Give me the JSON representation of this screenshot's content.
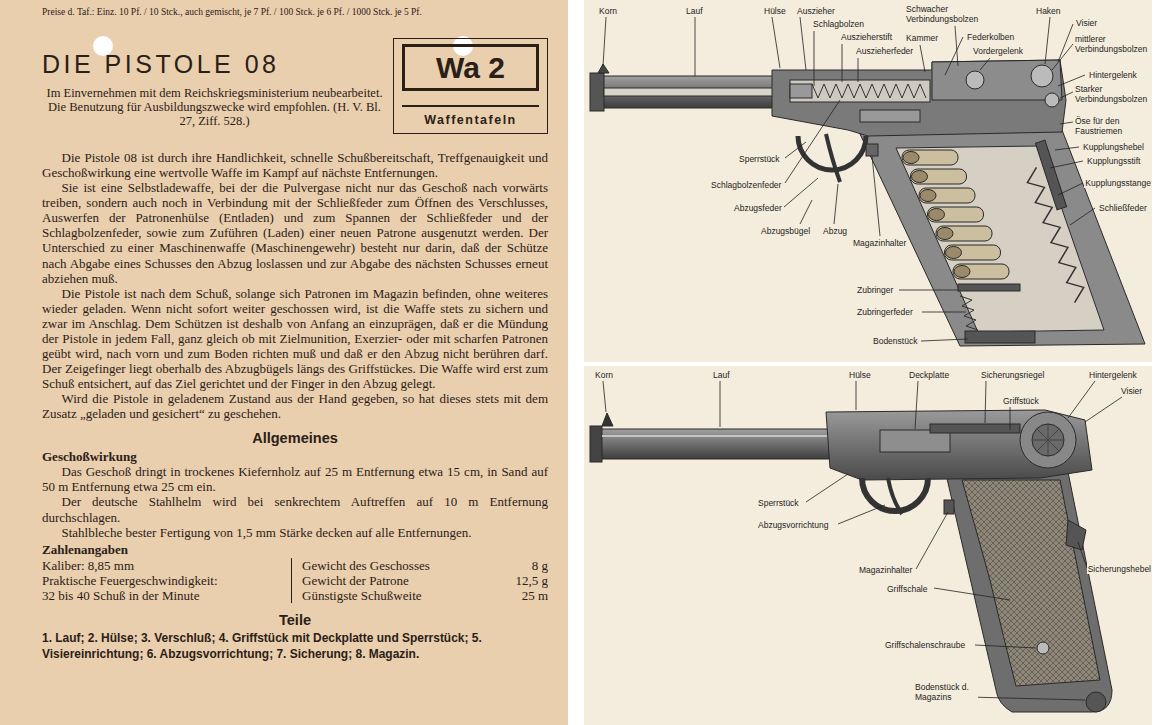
{
  "diagram": {
    "title": "DIE PISTOLE 08",
    "nodes": [
      {
        "text": [
          "Wa 2",
          "Waffentafeln"
        ]
      }
    ],
    "labels": [
      "Preise d. Taf.: Einz. 10 Pf. / 10 Stck., auch gemischt, je 7 Pf. / 100 Stck. je 6 Pf. / 1000 Stck. je 5 Pf.",
      "Im Einvernehmen mit dem Reichskriegsministerium neubearbeitet. Die Benutzung für Ausbildungszwecke wird empfohlen. (H. V. Bl. 27, Ziff. 528.)",
      "Die Pistole 08 ist durch ihre Handlichkeit, schnelle Schußbereitschaft, Treffgenauigkeit und Geschoßwirkung eine wertvolle Waffe im Kampf auf nächste Entfernungen.",
      "Sie ist eine Selbstladewaffe, bei der die Pulvergase nicht nur das Geschoß nach vorwärts treiben, sondern auch noch in Verbindung mit der Schließfeder zum Öffnen des Verschlusses, Auswerfen der Patronenhülse (Entladen) und zum Spannen der Schließfeder und der Schlagbolzenfeder, sowie zum Zuführen (Laden) einer neuen Patrone ausgenutzt werden. Der Unterschied zu einer Maschinenwaffe (Maschinengewehr) besteht nur darin, daß der Schütze nach Abgabe eines Schusses den Abzug loslassen und zur Abgabe des nächsten Schusses erneut abziehen muß.",
      "Die Pistole ist nach dem Schuß, solange sich Patronen im Magazin befinden, ohne weiteres wieder geladen. Wenn nicht sofort weiter geschossen wird, ist die Waffe stets zu sichern und zwar im Anschlag. Dem Schützen ist deshalb von Anfang an einzuprägen, daß er die Mündung der Pistole in jedem Fall, ganz gleich ob mit Zielmunition, Exerzier- oder mit scharfen Patronen geübt wird, nach vorn und zum Boden richten muß und daß er den Abzug nicht berühren darf. Der Zeigefinger liegt oberhalb des Abzugbügels längs des Griffstückes. Die Waffe wird erst zum Schuß entsichert, auf das Ziel gerichtet und der Finger in den Abzug gelegt.",
      "Wird die Pistole in geladenem Zustand aus der Hand gegeben, so hat dieses stets mit dem Zusatz „geladen und gesichert“ zu geschehen.",
      "Allgemeines",
      "Geschoßwirkung",
      "Das Geschoß dringt in trockenes Kiefernholz auf 25 m Entfernung etwa 15 cm, in Sand auf 50 m Entfernung etwa 25 cm ein.",
      "Der deutsche Stahlhelm wird bei senkrechtem Auftreffen auf 10 m Entfernung durchschlagen.",
      "Stahlbleche bester Fertigung von 1,5 mm Stärke decken auf alle Entfernungen.",
      "Zahlenangaben",
      "Kaliber: 8,85 mm",
      "Gewicht des Geschosses",
      "8 g",
      "Praktische Feuergeschwindigkeit:",
      "Gewicht der Patrone",
      "12,5 g",
      "32 bis 40 Schuß in der Minute",
      "Günstigste Schußweite",
      "25 m",
      "Teile",
      "1. Lauf; 2. Hülse; 3. Verschluß; 4. Griffstück mit Deckplatte und Sperrstück; 5. Visiereinrichtung; 6. Abzugsvorrichtung; 7. Sicherung; 8. Magazin.",
      "Korn",
      "Lauf",
      "Hülse",
      "Auszieher",
      "Schwacher Verbindungsbolzen",
      "Haken",
      "Schlagbolzen",
      "Visier",
      "Auszieherstift",
      "Kammer",
      "Federkolben",
      "mittlerer Verbindungsbolzen",
      "Vordergelenk",
      "Auszieherfeder",
      "Hintergelenk",
      "Starker Verbindungsbolzen",
      "Öse für den Faustriemen",
      "Kupplungshebel",
      "Sperrstück",
      "Kupplungsstift",
      "Kupplungsstange",
      "Schlagbolzenfeder",
      "Abzugsfeder",
      "Schließfeder",
      "Abzugsbügel",
      "Abzug",
      "Magazinhalter",
      "Zubringer",
      "Zubringerfeder",
      "Bodenstück",
      "Korn",
      "Lauf",
      "Hülse",
      "Deckplatte",
      "Sicherungsriegel",
      "Hintergelenk",
      "Visier",
      "Griffstück",
      "Sperrstück",
      "Abzugsvorrichtung",
      "Sicherungshebel",
      "Magazinhalter",
      "Griffschale",
      "Griffschalenschraube",
      "Bodenstück d. Magazins"
    ]
  }
}
